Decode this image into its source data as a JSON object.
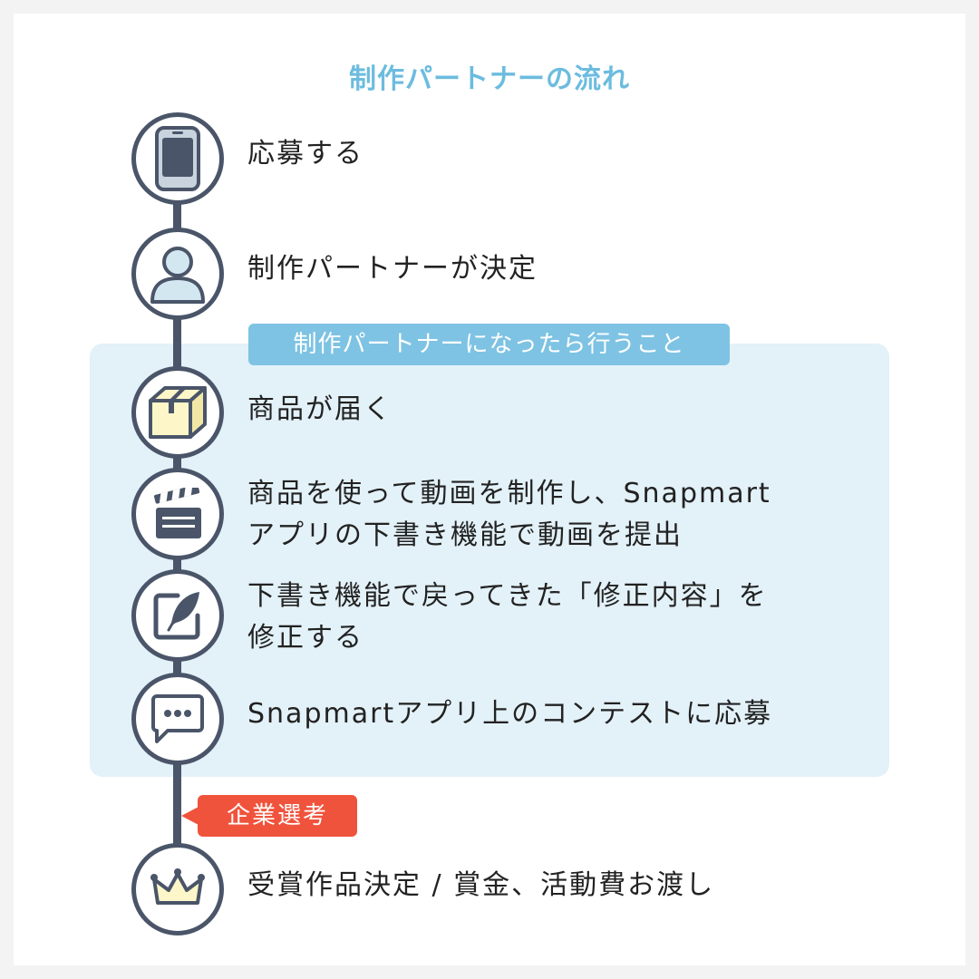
{
  "title": "制作パートナーの流れ",
  "panel_label": "制作パートナーになったら行うこと",
  "selection_tag": "企業選考",
  "steps": [
    {
      "icon": "smartphone-icon",
      "text": "応募する"
    },
    {
      "icon": "person-icon",
      "text": "制作パートナーが決定"
    },
    {
      "icon": "package-box-icon",
      "text": "商品が届く"
    },
    {
      "icon": "clapperboard-icon",
      "lines": [
        "商品を使って動画を制作し、Snapmart",
        "アプリの下書き機能で動画を提出"
      ]
    },
    {
      "icon": "edit-quill-icon",
      "lines": [
        "下書き機能で戻ってきた「修正内容」を",
        "修正する"
      ]
    },
    {
      "icon": "chat-bubble-icon",
      "text": "Snapmartアプリ上のコンテストに応募"
    },
    {
      "icon": "crown-icon",
      "text": "受賞作品決定 / 賞金、活動費お渡し"
    }
  ],
  "colors": {
    "accent_blue": "#6cbcdf",
    "panel_bg": "#e3f1f8",
    "line_dark": "#4a5569",
    "tag_red": "#f0533c",
    "box_yellow": "#fdf6c8"
  }
}
